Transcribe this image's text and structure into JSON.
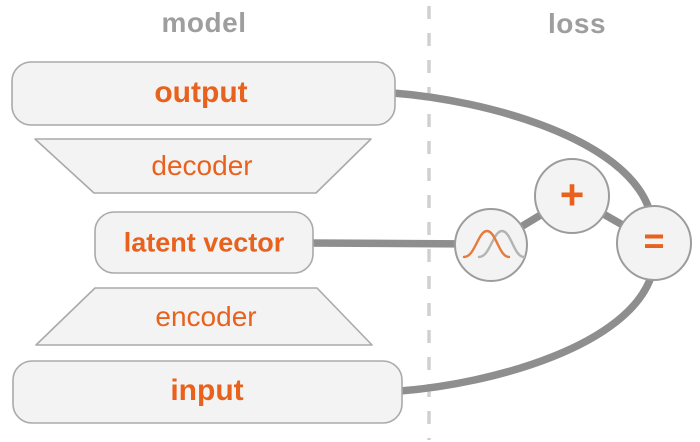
{
  "diagram": {
    "model_section": {
      "title": "model",
      "output_label": "output",
      "decoder_label": "decoder",
      "latent_vector_label": "latent vector",
      "encoder_label": "encoder",
      "input_label": "input"
    },
    "loss_section": {
      "title": "loss",
      "plus_symbol": "+",
      "equals_symbol": "=",
      "distribution_icon": "two-overlapping-gaussian-curves"
    }
  },
  "colors": {
    "accent_orange": "#e8621d",
    "title_gray": "#9e9e9e",
    "shape_fill": "#f3f3f3",
    "shape_border": "#aaaaaa",
    "circle_border": "#9c9c9c",
    "connector_gray": "#8e8e8e",
    "divider_dash": "#d0d0d0",
    "gauss_orange": "#e57a3c",
    "gauss_gray": "#b3b3b3"
  }
}
